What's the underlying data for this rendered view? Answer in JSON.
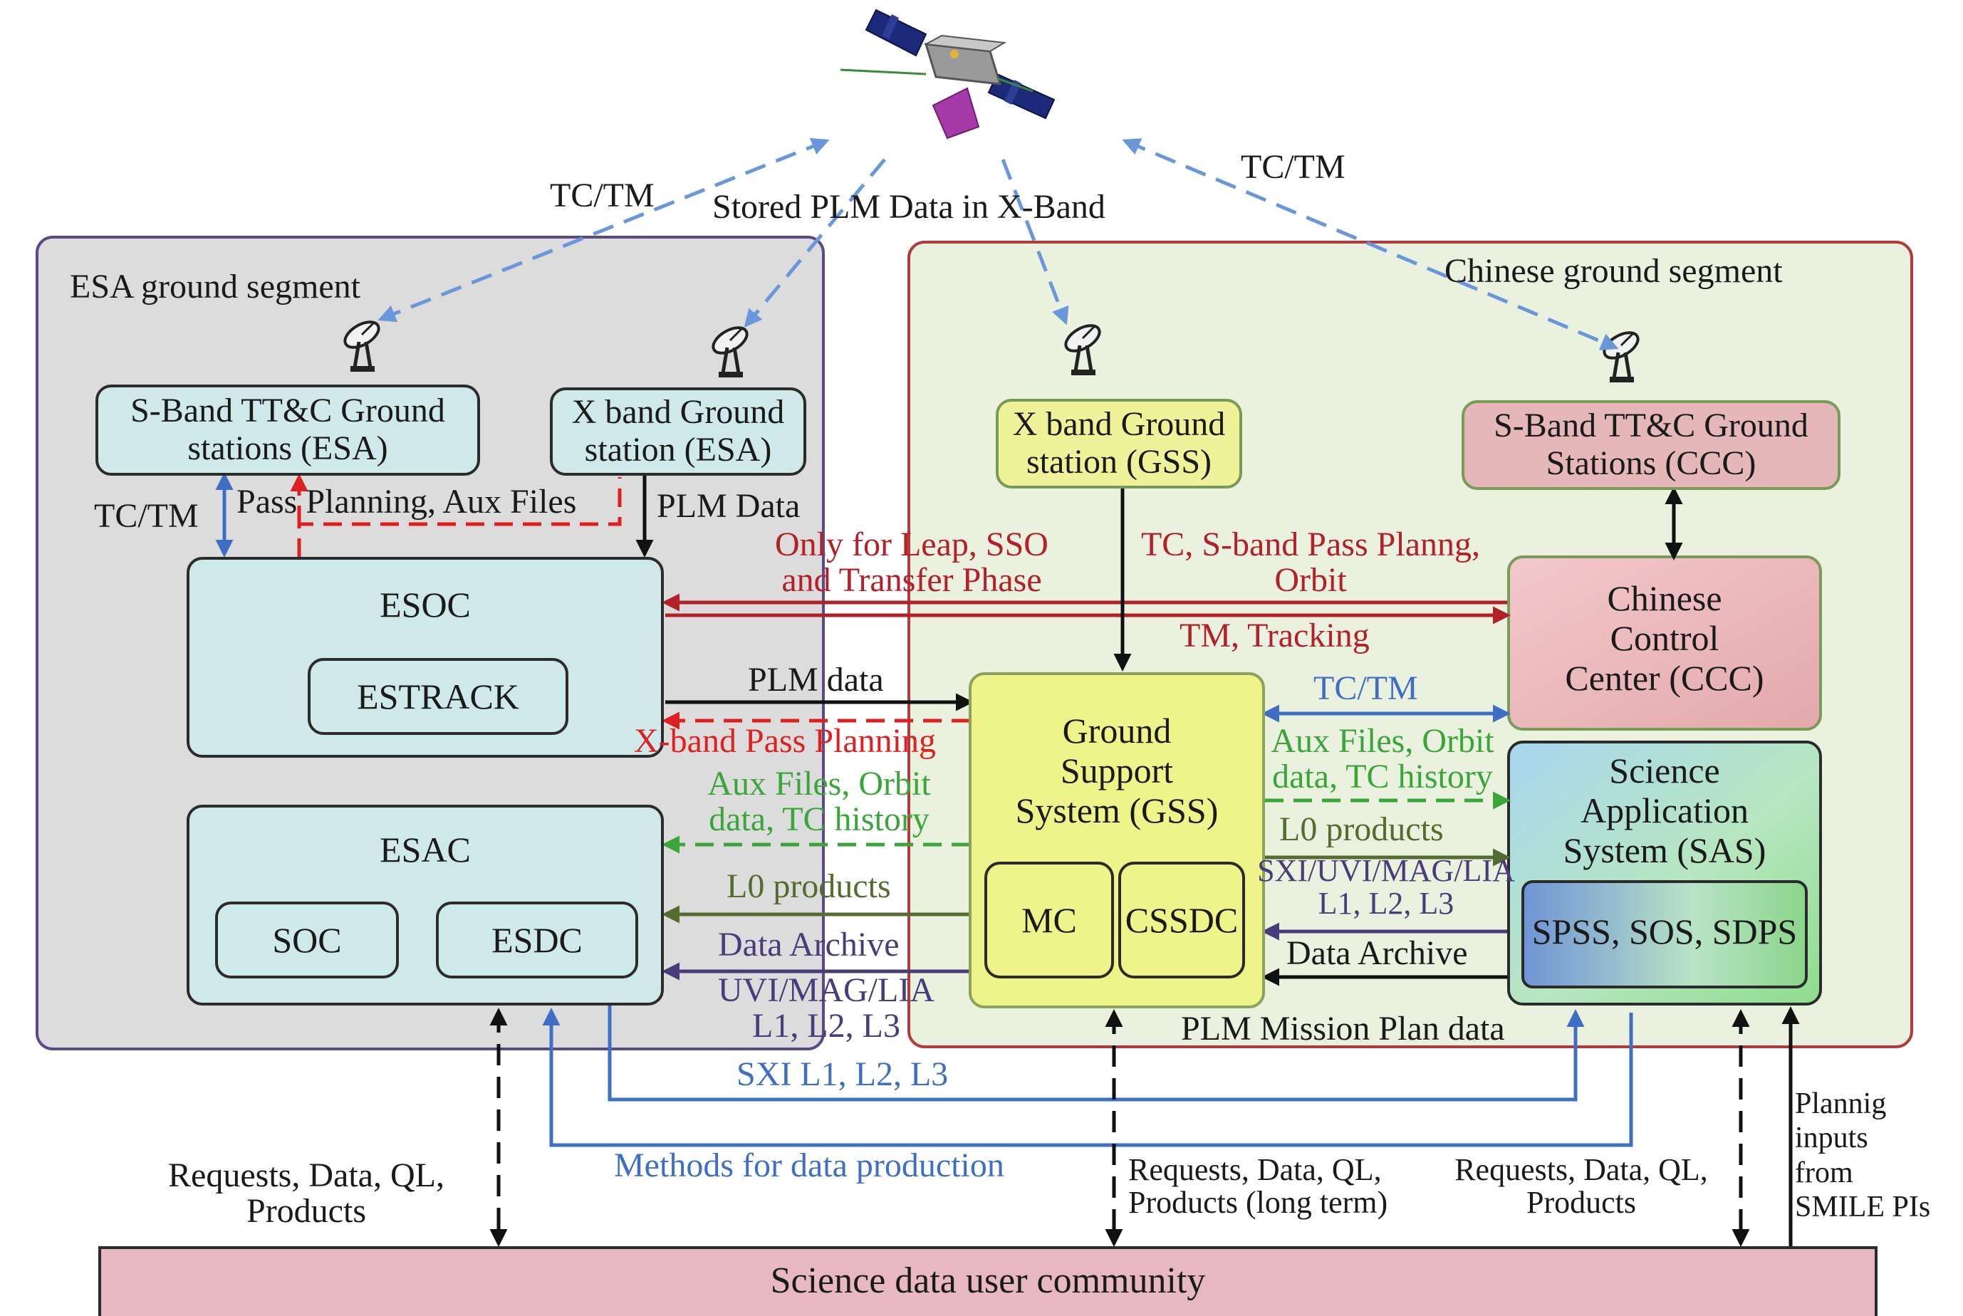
{
  "segments": {
    "esa": {
      "title": "ESA ground segment"
    },
    "chinese": {
      "title": "Chinese ground segment"
    }
  },
  "stations": {
    "esa_sband": [
      "S-Band TT&C Ground",
      "stations (ESA)"
    ],
    "esa_xband": [
      "X band Ground",
      "station (ESA)"
    ],
    "gss_xband": [
      "X band Ground",
      "station (GSS)"
    ],
    "ccc_sband": [
      "S-Band TT&C Ground",
      "Stations (CCC)"
    ]
  },
  "centers": {
    "esoc": "ESOC",
    "estrack": "ESTRACK",
    "esac": "ESAC",
    "soc": "SOC",
    "esdc": "ESDC",
    "gss": [
      "Ground",
      "Support",
      "System (GSS)"
    ],
    "mc": "MC",
    "cssdc": "CSSDC",
    "ccc": [
      "Chinese",
      "Control",
      "Center (CCC)"
    ],
    "sas": [
      "Science",
      "Application",
      "System (SAS)"
    ],
    "sas_sub": "SPSS, SOS, SDPS",
    "community": "Science data user community"
  },
  "links": {
    "tctm_left": "TC/TM",
    "stored_plm": "Stored PLM Data in X-Band",
    "tctm_right": "TC/TM",
    "tctm_esa_vertical": "TC/TM",
    "pass_planning": "Pass Planning, Aux Files",
    "plm_data_top": "PLM Data",
    "leap_sso": [
      "Only for Leap, SSO",
      "and Transfer Phase"
    ],
    "tc_sband": [
      "TC, S-band Pass Planng,",
      "Orbit"
    ],
    "tm_tracking": "TM, Tracking",
    "plm_data_mid": "PLM data",
    "xband_pass": "X-band Pass Planning",
    "aux_files_left": [
      "Aux Files, Orbit",
      "data, TC history"
    ],
    "l0_left": "L0 products",
    "data_archive_left": "Data Archive",
    "uvi_left": [
      "UVI/MAG/LIA",
      "L1, L2, L3"
    ],
    "tctm_gss_sas": "TC/TM",
    "aux_files_right": [
      "Aux Files, Orbit",
      "data, TC history"
    ],
    "l0_right": "L0 products",
    "sxi_right": [
      "SXI/UVI/MAG/LIA",
      "L1, L2, L3"
    ],
    "data_archive_right": "Data Archive",
    "plm_mission_plan": "PLM Mission Plan data",
    "sxi_l123": "SXI L1, L2, L3",
    "methods": "Methods for data production",
    "requests_left": [
      "Requests, Data, QL,",
      "Products"
    ],
    "requests_mid": [
      "Requests, Data, QL,",
      "Products (long term)"
    ],
    "requests_right": [
      "Requests, Data, QL,",
      "Products"
    ],
    "planning_inputs": [
      "Plannig",
      "inputs",
      "from",
      "SMILE PIs"
    ]
  },
  "colors": {
    "esa_bg": "#d9d9d9",
    "esa_border": "#5b4a86",
    "cn_bg": "#e9f0de",
    "cn_border": "#b23a3a",
    "box_cyan": "#cfe9ea",
    "box_yellow": "#f0f29a",
    "box_pink": "#e5b7b9",
    "community": "#e8b8c0",
    "blue": "#4a78c0",
    "dark_red": "#b32028",
    "red": "#e02020",
    "green": "#3aa63a",
    "olive": "#556b2f",
    "purple": "#4a3c7a",
    "light_blue": "#5f8fd8"
  }
}
